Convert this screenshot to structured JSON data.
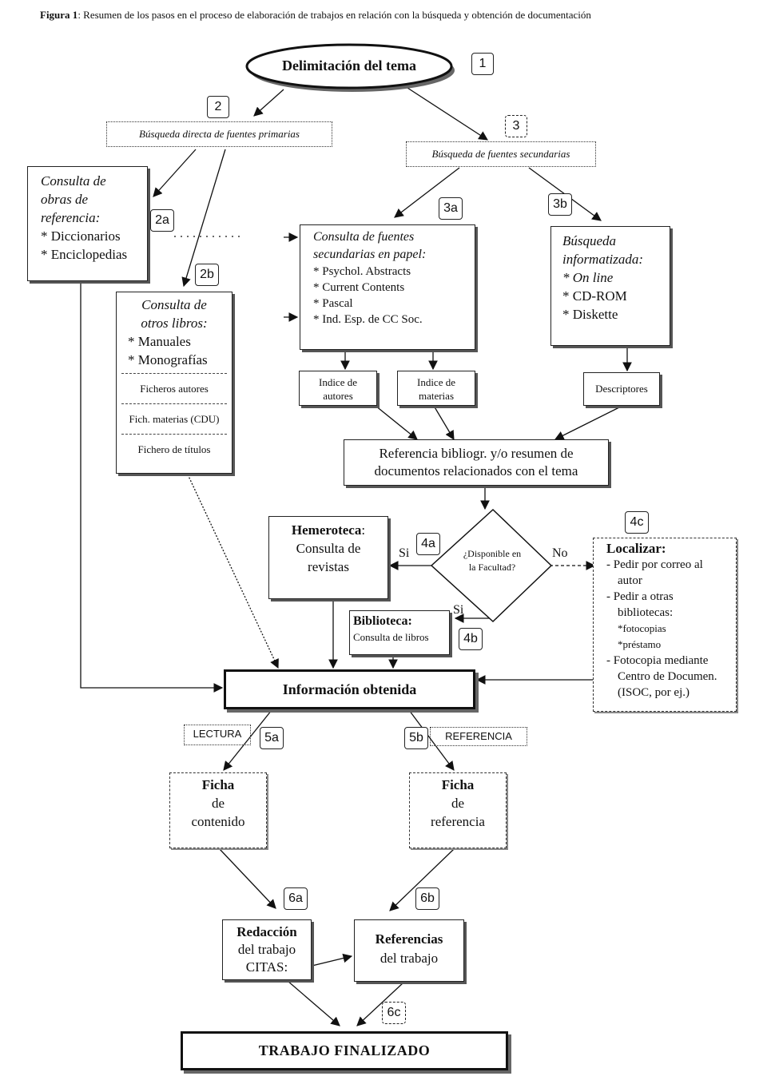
{
  "caption": {
    "label": "Figura 1",
    "text": ": Resumen de los pasos en el proceso de elaboración de trabajos en relación con la búsqueda y obtención de documentación"
  },
  "start": "Delimitación del tema",
  "steps": {
    "s1": "1",
    "s2": "2",
    "s2a": "2a",
    "s2b": "2b",
    "s3": "3",
    "s3a": "3a",
    "s3b": "3b",
    "s4a": "4a",
    "s4b": "4b",
    "s4c": "4c",
    "s5a": "5a",
    "s5b": "5b",
    "s6a": "6a",
    "s6b": "6b",
    "s6c": "6c"
  },
  "primary_search": "Búsqueda directa de fuentes primarias",
  "secondary_search": "Búsqueda de fuentes secundarias",
  "reference_works": {
    "title_lines": [
      "Consulta de",
      "obras de",
      "referencia:"
    ],
    "items": [
      "* Diccionarios",
      "* Enciclopedias"
    ]
  },
  "other_books": {
    "title_lines": [
      "Consulta de",
      "otros libros:"
    ],
    "items": [
      "* Manuales",
      "* Monografías"
    ],
    "files": [
      "Ficheros autores",
      "Fich. materias (CDU)",
      "Fichero de títulos"
    ]
  },
  "paper_sources": {
    "title_lines": [
      "Consulta de fuentes",
      "secundarias en papel:"
    ],
    "items": [
      "* Psychol. Abstracts",
      "* Current Contents",
      "* Pascal",
      "* Ind. Esp. de CC Soc."
    ]
  },
  "computer_search": {
    "title_lines": [
      "Búsqueda",
      "informatizada:"
    ],
    "items": [
      "*  On line",
      "* CD-ROM",
      "* Diskette"
    ]
  },
  "indexes": {
    "authors": [
      "Indice de",
      "autores"
    ],
    "subjects": [
      "Indice de",
      "materias"
    ],
    "descriptors": "Descriptores"
  },
  "reference_box": [
    "Referencia bibliogr. y/o resumen de",
    "documentos relacionados con el tema"
  ],
  "decision": {
    "question_lines": [
      "¿Disponible en",
      "la Facultad?"
    ],
    "yes": "Si",
    "yes2": "Si",
    "no": "No"
  },
  "hemeroteca": {
    "title": "Hemeroteca",
    "lines": [
      ": ",
      "Consulta de",
      "revistas"
    ]
  },
  "library": {
    "title": "Biblioteca:",
    "text": "Consulta de libros"
  },
  "localize": {
    "title": "Localizar:",
    "lines": [
      "- Pedir por correo al",
      "autor",
      "- Pedir a otras",
      "bibliotecas:",
      "*fotocopias",
      "*préstamo",
      "- Fotocopia mediante",
      "Centro de Documen.",
      "(ISOC, por ej.)"
    ]
  },
  "info": "Información obtenida",
  "reading_label": "LECTURA",
  "reference_label": "REFERENCIA",
  "content_card": [
    "Ficha",
    "de",
    "contenido"
  ],
  "reference_card": [
    "Ficha",
    "de",
    "referencia"
  ],
  "writing": [
    "Redacción",
    "del trabajo",
    "CITAS:"
  ],
  "work_refs": [
    "Referencias",
    "del trabajo"
  ],
  "final": "TRABAJO FINALIZADO"
}
